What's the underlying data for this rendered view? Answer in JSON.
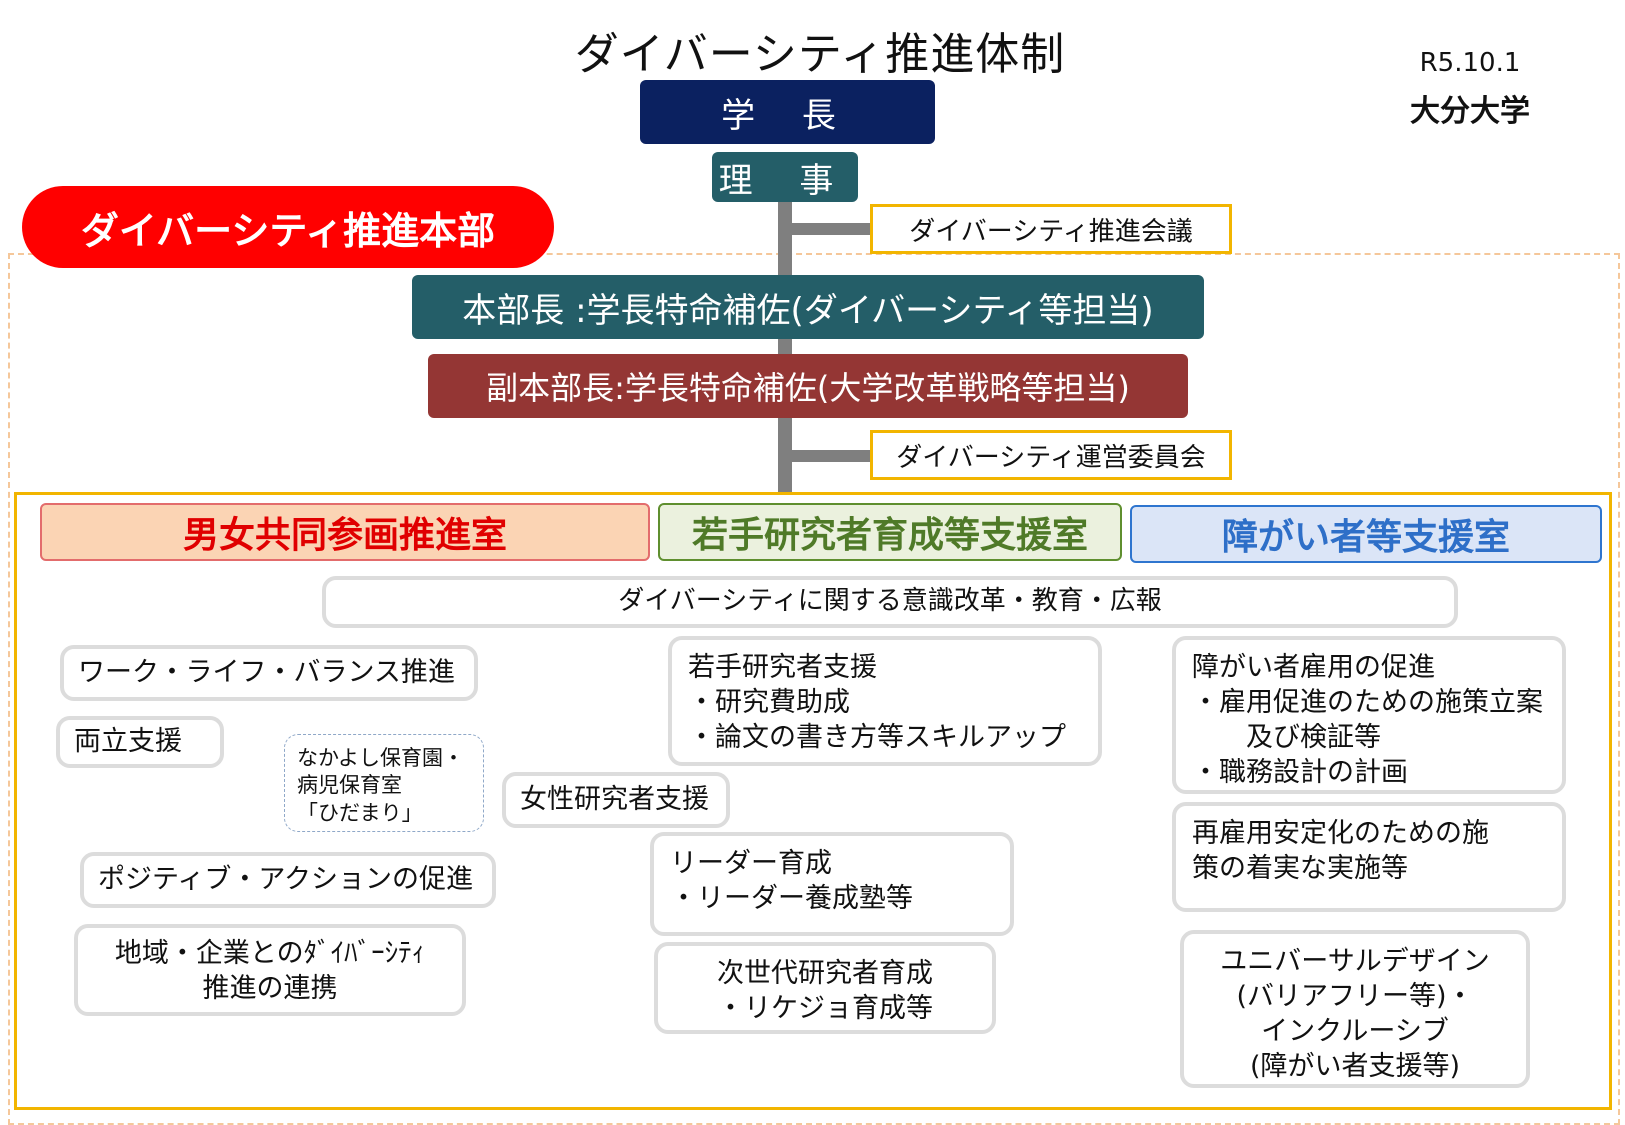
{
  "header": {
    "title": "ダイバーシティ推進体制",
    "date": "R5.10.1",
    "org": "大分大学"
  },
  "top": {
    "president": "学 長",
    "director": "理 事"
  },
  "hq": {
    "badge": "ダイバーシティ推進本部",
    "council": "ダイバーシティ推進会議",
    "chief": "本部長 :学長特命補佐(ダイバーシティ等担当)",
    "vice_chief": "副本部長:学長特命補佐(大学改革戦略等担当)",
    "committee": "ダイバーシティ運営委員会"
  },
  "offices": {
    "gender": "男女共同参画推進室",
    "young": "若手研究者育成等支援室",
    "disability": "障がい者等支援室"
  },
  "activities": {
    "awareness": "ダイバーシティに関する意識改革・教育・広報",
    "work_life": "ワーク・ライフ・バランス推進",
    "balance": "両立支援",
    "nursery": "なかよし保育園・\n病児保育室\n「ひだまり」",
    "female_researcher": "女性研究者支援",
    "positive_action": "ポジティブ・アクションの促進",
    "regional": "地域・企業とのﾀﾞｲﾊﾞｰｼﾃｨ\n推進の連携",
    "young_support": "若手研究者支援\n・研究費助成\n・論文の書き方等スキルアップ",
    "leader": "リーダー育成\n・リーダー養成塾等",
    "next_gen": "次世代研究者育成\n・リケジョ育成等",
    "disab_employ": "障がい者雇用の促進\n・雇用促進のための施策立案\n　　及び検証等\n・職務設計の計画",
    "re_employ": "再雇用安定化のための施\n策の着実な実施等",
    "universal": "ユニバーサルデザイン\n(バリアフリー等)・\nインクルーシブ\n(障がい者支援等)"
  },
  "colors": {
    "president": "#0b2160",
    "director": "#245e68",
    "hq_badge": "#ff0000",
    "vice_chief": "#943634",
    "frame": "#f2b500",
    "gender_text": "#e00000",
    "young_text": "#4f7a28",
    "disab_text": "#2e6fc8"
  }
}
